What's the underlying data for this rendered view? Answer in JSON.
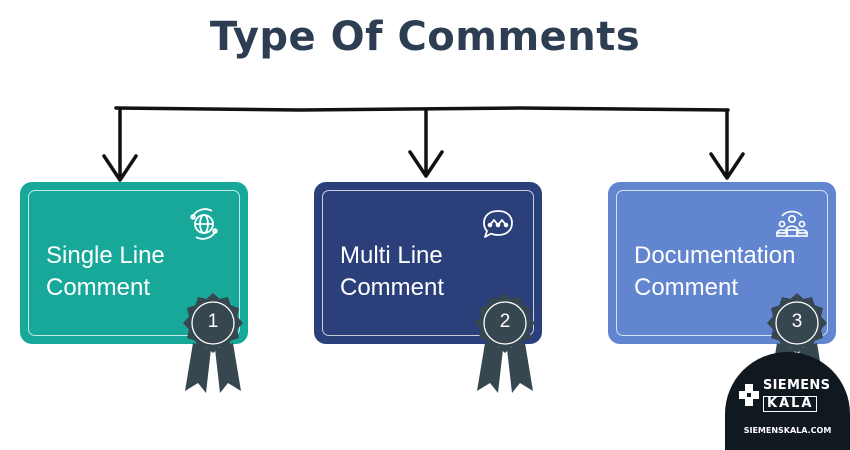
{
  "title": "Type Of Comments",
  "cards": [
    {
      "line1": "Single Line",
      "line2": "Comment",
      "number": "1",
      "color": "#17a89a",
      "icon": "globe-icon"
    },
    {
      "line1": "Multi Line",
      "line2": "Comment",
      "number": "2",
      "color": "#2b3f7a",
      "icon": "chat-bubble-icon"
    },
    {
      "line1": "Documentation",
      "line2": "Comment",
      "number": "3",
      "color": "#6285cf",
      "icon": "people-group-icon"
    }
  ],
  "badge_color": "#37474f",
  "logo": {
    "line1": "SIEMENS",
    "line2": "KALA",
    "url": "SIEMENSKALA.COM"
  }
}
